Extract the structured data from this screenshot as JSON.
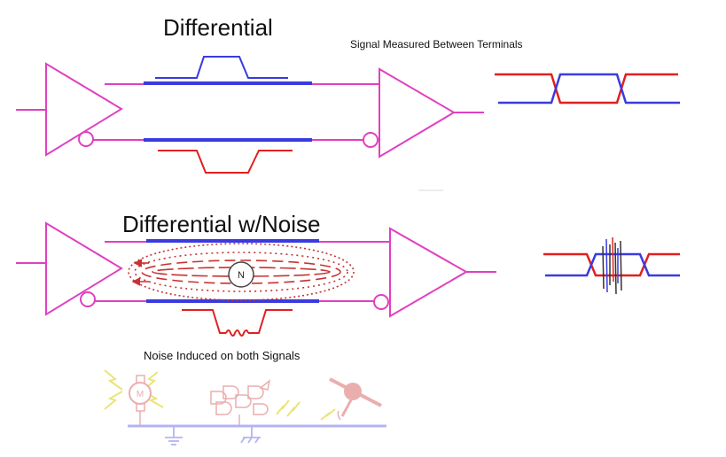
{
  "titles": {
    "top": "Differential",
    "bottom": "Differential w/Noise"
  },
  "captions": {
    "signal_measured": "Signal Measured Between Terminals",
    "noise_induced": "Noise Induced on both Signals"
  },
  "symbols": {
    "noise_source": "N",
    "motor": "M"
  },
  "icons": [
    "driver-triangle-icon",
    "receiver-triangle-icon",
    "noise-source-icon",
    "motor-icon",
    "logic-gates-icon",
    "relay-icon",
    "ground-icon",
    "lightning-icon"
  ],
  "colors": {
    "wire": "#e040c0",
    "positive": "#3a3ae0",
    "negative": "#e02020",
    "noise_field": "#c83232",
    "faded_noise": "#e8a0a0",
    "faded_bus": "#a8a8f0",
    "faded_spark": "#e8e060"
  }
}
